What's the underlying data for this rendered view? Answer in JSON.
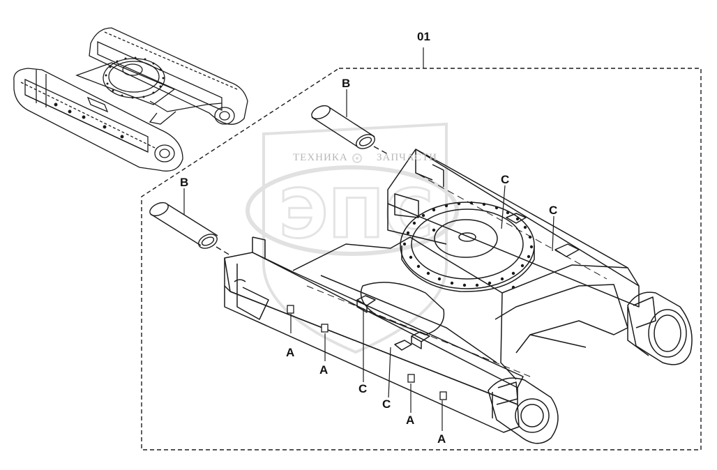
{
  "diagram": {
    "assembly_ref": "01",
    "callouts": {
      "b_upper": "B",
      "b_left": "B",
      "c_right_top": "C",
      "c_right": "C",
      "c_mid": "C",
      "c_lower": "C",
      "a_1": "A",
      "a_2": "A",
      "a_3": "A",
      "a_4": "A"
    }
  },
  "watermark": {
    "left_text": "ТЕХНИКА",
    "right_text": "ЗАПЧАСТИ",
    "logo": "ЭПС",
    "icon": "gear-icon"
  },
  "colors": {
    "line": "#1a1a1a",
    "watermark": "#c8c8c8",
    "background": "#ffffff"
  }
}
